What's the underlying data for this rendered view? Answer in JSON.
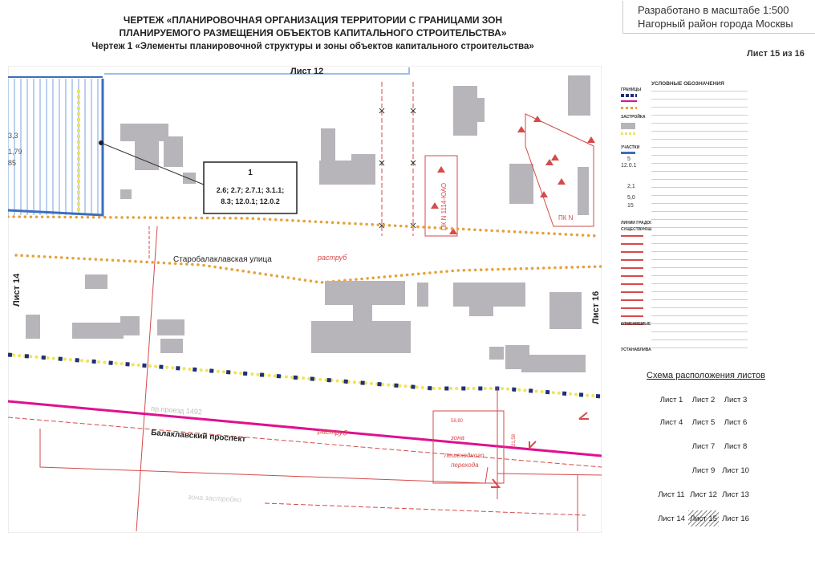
{
  "header": {
    "title_line1": "ЧЕРТЕЖ «ПЛАНИРОВОЧНАЯ ОРГАНИЗАЦИЯ ТЕРРИТОРИИ С ГРАНИЦАМИ ЗОН",
    "title_line2": "ПЛАНИРУЕМОГО РАЗМЕЩЕНИЯ ОБЪЕКТОВ КАПИТАЛЬНОГО СТРОИТЕЛЬСТВА»",
    "subtitle": "Чертеж 1 «Элементы планировочной структуры и зоны объектов капитального строительства»",
    "scale": "Разработано в масштабе 1:500",
    "district": "Нагорный район города Москвы",
    "sheet": "Лист 15 из 16"
  },
  "map": {
    "sheet_top": "Лист 12",
    "sheet_left": "Лист 14",
    "sheet_right": "Лист 16",
    "street_old": "Старобалаклавская улица",
    "street_main": "Балаклавский проспект",
    "proezd": "пр.проезд 1492",
    "rastrub_top": "раструб",
    "rastrub_bottom": "раструб",
    "zone_label": "зона",
    "crossing_label_1": "пешеходного",
    "crossing_label_2": "перехода",
    "zone_bottom": "зона застройки",
    "left_num_1": "3,3",
    "left_num_2": "1,79",
    "left_num_3": "85",
    "pk_label": "ПК N",
    "vertical_code": "ПК N 1114-ЮАО",
    "dim_1": "58,80",
    "dim_2": "21,58",
    "callout": {
      "number": "1",
      "line1": "2.6; 2.7; 2.7.1; 3.1.1;",
      "line2": "8.3; 12.0.1; 12.0.2"
    }
  },
  "legend": {
    "title": "УСЛОВНЫЕ ОБОЗНАЧЕНИЯ",
    "sec_borders": "ГРАНИЦЫ",
    "sec_zones": "ЗАСТРОЙКА",
    "sec_plots": "УЧАСТКИ",
    "sec_lines": "ЛИНИИ ГРАДОСТРОИТЕЛЬНОГО РЕГУЛИРОВАНИЯ",
    "sec_existing": "СУЩЕСТВУЮЩИЕ",
    "sec_cancel": "ОТМЕНЯЕМЫЕ",
    "sec_set": "УСТАНАВЛИВАЕМЫЕ",
    "sym_5": "5",
    "sym_1201": "12.0.1",
    "sym_21": "2,1",
    "sym_50": "5,0",
    "sym_15": "15"
  },
  "scheme": {
    "title": "Схема расположения листов",
    "cells": [
      {
        "label": "Лист 1"
      },
      {
        "label": "Лист 2"
      },
      {
        "label": "Лист 3"
      },
      {
        "label": "Лист 4"
      },
      {
        "label": "Лист 5"
      },
      {
        "label": "Лист 6"
      },
      {
        "label": "Лист 7"
      },
      {
        "label": "Лист 8"
      },
      {
        "label": "Лист 9"
      },
      {
        "label": "Лист 10"
      },
      {
        "label": "Лист 11"
      },
      {
        "label": "Лист 12"
      },
      {
        "label": "Лист 13"
      },
      {
        "label": "Лист 14"
      },
      {
        "label": "Лист 15",
        "active": true
      },
      {
        "label": "Лист 16"
      }
    ]
  },
  "colors": {
    "building": "#b7b4ba",
    "red_line": "#d64a4a",
    "magenta": "#e0108f",
    "orange_dot": "#e6a23c",
    "blue_line": "#3a6fc0",
    "navy_square": "#1f2f7a",
    "yellow_dot": "#f1e35a"
  }
}
